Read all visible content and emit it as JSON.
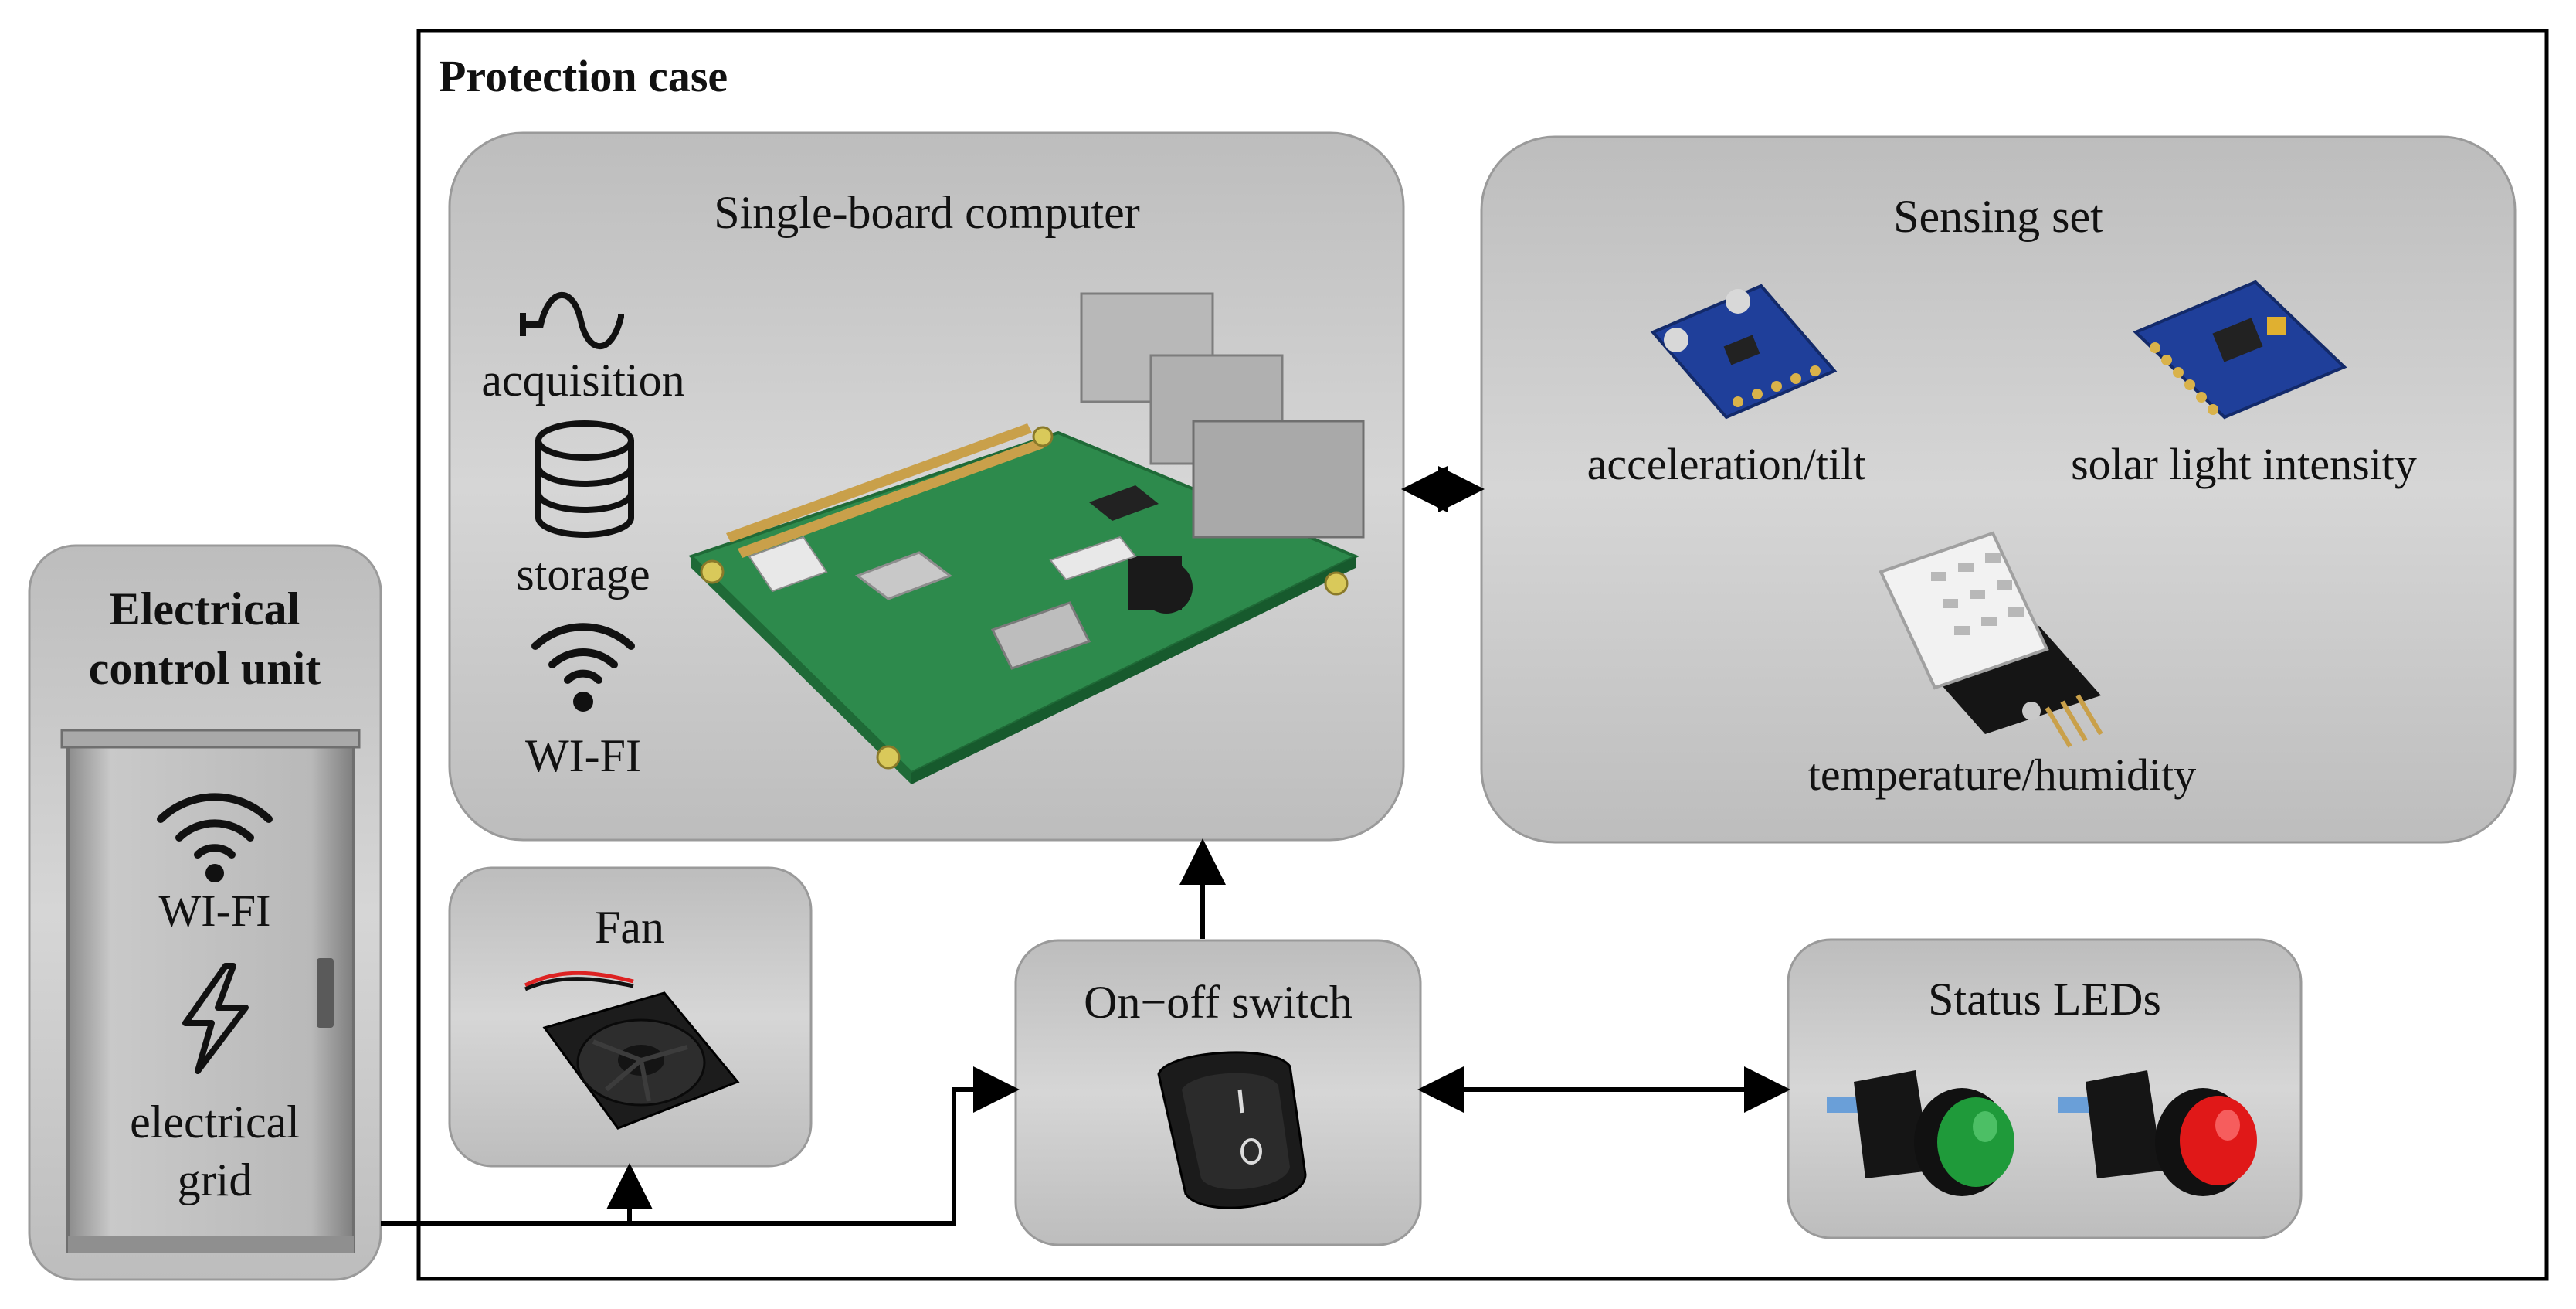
{
  "protection_case": {
    "title": "Protection case"
  },
  "electrical_unit": {
    "title_line1": "Electrical",
    "title_line2": "control unit",
    "wifi_label": "WI-FI",
    "grid_line1": "electrical",
    "grid_line2": "grid",
    "icons": [
      "wifi-icon",
      "lightning-icon"
    ]
  },
  "computer": {
    "title": "Single-board computer",
    "acquisition_label": "acquisition",
    "storage_label": "storage",
    "wifi_label": "WI-FI",
    "icons": [
      "sine-wave-icon",
      "database-icon",
      "wifi-icon"
    ]
  },
  "sensing": {
    "title": "Sensing set",
    "accel_label": "acceleration/tilt",
    "solar_label": "solar light intensity",
    "temp_label": "temperature/humidity"
  },
  "fan": {
    "title": "Fan"
  },
  "switch": {
    "title": "On−off switch"
  },
  "leds": {
    "title": "Status LEDs"
  },
  "colors": {
    "panel_fill": "#cfcfcf",
    "panel_stroke": "#8a8a8a",
    "board_green": "#2e8a4a",
    "sensor_blue": "#1f3f9a",
    "led_green": "#1f9a3a",
    "led_red": "#e01818"
  }
}
